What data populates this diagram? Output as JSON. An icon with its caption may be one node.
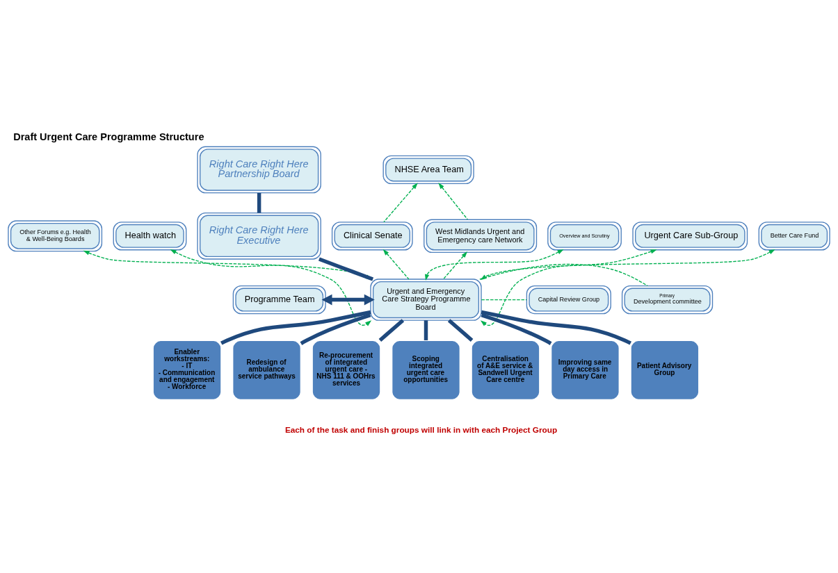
{
  "diagram": {
    "title": "Draft Urgent Care Programme Structure",
    "caption": "Each of the task and finish groups will link in with each Project Group",
    "nodes": [
      {
        "text": [
          "Right Care Right Here Partnership Board"
        ]
      },
      {
        "text": [
          "NHSE Area Team"
        ]
      },
      {
        "text": [
          "Other Forums e.g. Health & Well-Being Boards"
        ]
      },
      {
        "text": [
          "Clinical Senate"
        ]
      },
      {
        "text": [
          "Overview and Scrutiny"
        ]
      },
      {
        "text": [
          "Right Care Right Here Executive"
        ]
      },
      {
        "text": [
          "West Midlands Urgent and Emergency care Network"
        ]
      },
      {
        "text": [
          "Health watch"
        ]
      },
      {
        "text": [
          "Urgent Care Sub-Group"
        ]
      },
      {
        "text": [
          "Better Care Fund"
        ]
      },
      {
        "text": [
          "Programme Team"
        ]
      },
      {
        "text": [
          "Urgent and Emergency Care Strategy Programme Board"
        ]
      },
      {
        "text": [
          "Primary",
          "Development committee"
        ]
      },
      {
        "text": [
          "Capital Review Group"
        ]
      },
      {
        "text": [
          "Enabler workstreams:",
          "- IT",
          "- Communication and engagement",
          "- Workforce"
        ]
      },
      {
        "text": [
          "Redesign of ambulance service pathways"
        ]
      },
      {
        "text": [
          "Re-procurement of integrated urgent care - NHS 111 & OOHrs services"
        ]
      },
      {
        "text": [
          "Scoping integrated urgent care opportunities"
        ]
      },
      {
        "text": [
          "Centralisation of A&E service & Sandwell Urgent Care centre"
        ]
      },
      {
        "text": [
          "Improving same day access in Primary Care"
        ]
      },
      {
        "text": [
          "Patient Advisory Group"
        ]
      }
    ],
    "edges": [
      {
        "from": 0,
        "to": 5,
        "arrow": "none",
        "style": "thick",
        "color": "#1f497d"
      },
      {
        "from": 5,
        "to": 11,
        "arrow": "none",
        "style": "thick",
        "color": "#1f497d"
      },
      {
        "from": 10,
        "to": 11,
        "arrow": "both",
        "style": "thick",
        "color": "#1f497d"
      },
      {
        "from": 11,
        "to": 2,
        "arrow": "both",
        "style": "dashed"
      },
      {
        "from": 11,
        "to": 4,
        "arrow": "both",
        "style": "dashed"
      },
      {
        "from": 11,
        "to": 7,
        "arrow": "both",
        "style": "dashed"
      },
      {
        "from": 11,
        "to": 9,
        "arrow": "both",
        "style": "dashed"
      },
      {
        "from": 11,
        "to": 8,
        "arrow": "both",
        "style": "dashed"
      },
      {
        "from": 11,
        "to": 6,
        "arrow": "to",
        "style": "dashed"
      },
      {
        "from": 6,
        "to": 1,
        "arrow": "to",
        "style": "dashed"
      },
      {
        "from": 3,
        "to": 1,
        "arrow": "to",
        "style": "dashed"
      },
      {
        "from": 11,
        "to": 3,
        "arrow": "to",
        "style": "dashed"
      },
      {
        "from": 11,
        "to": 12,
        "arrow": "none",
        "style": "dashed"
      },
      {
        "from": 11,
        "to": 13,
        "arrow": "none",
        "style": "dashed"
      },
      {
        "from": 11,
        "to": 14,
        "arrow": "none",
        "style": "thick",
        "color": "#1f497d"
      },
      {
        "from": 11,
        "to": 15,
        "arrow": "none",
        "style": "thick",
        "color": "#1f497d"
      },
      {
        "from": 11,
        "to": 16,
        "arrow": "none",
        "style": "thick",
        "color": "#1f497d"
      },
      {
        "from": 11,
        "to": 17,
        "arrow": "none",
        "style": "thick",
        "color": "#1f497d"
      },
      {
        "from": 11,
        "to": 18,
        "arrow": "none",
        "style": "thick",
        "color": "#1f497d"
      },
      {
        "from": 11,
        "to": 19,
        "arrow": "none",
        "style": "thick",
        "color": "#1f497d"
      },
      {
        "from": 11,
        "to": 20,
        "arrow": "none",
        "style": "thick",
        "color": "#1f497d"
      }
    ]
  }
}
